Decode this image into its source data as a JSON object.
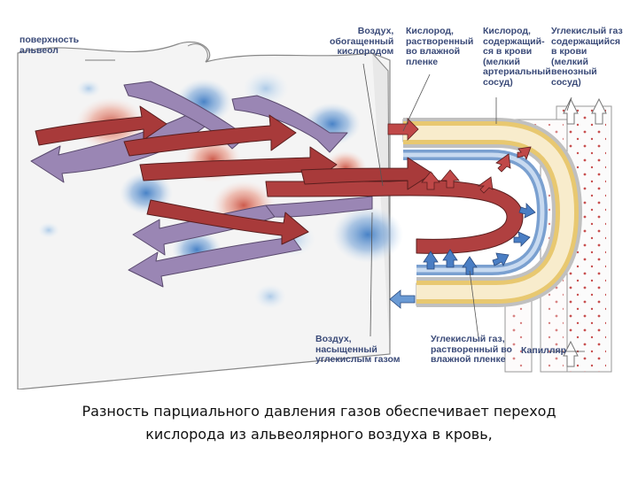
{
  "labels": {
    "alveolus_surface": "поверхность\nальвеол",
    "air_oxygen_rich": "Воздух,\nобогащенный\nкислородом",
    "oxygen_dissolved": "Кислород,\nрастворенный\nво влажной\nпленке",
    "oxygen_in_blood": "Кислород,\nсодержащий-\nся в крови\n(мелкий\nартериальный\nсосуд)",
    "co2_in_blood": "Углекислый газ\nсодержащийся\nв крови\n(мелкий\nвенозный\nсосуд)",
    "air_co2_saturated": "Воздух,\nнасыщенный\nуглекислым газом",
    "co2_dissolved": "Углекислый газ,\nрастворенный во\nвлажной пленке",
    "capillary": "Капилляр"
  },
  "caption": {
    "line1": "Разность парциального давления газов обеспечивает переход",
    "line2": "кислорода из альвеолярного воздуха в кровь,"
  },
  "colors": {
    "oxygen_red": "#a83a3a",
    "co2_purple": "#8e78a8",
    "blue_blob": "#4a86c8",
    "label_text": "#3a4a78",
    "tube_yellow": "#e8c870",
    "tube_blue": "#7aa0d0"
  }
}
